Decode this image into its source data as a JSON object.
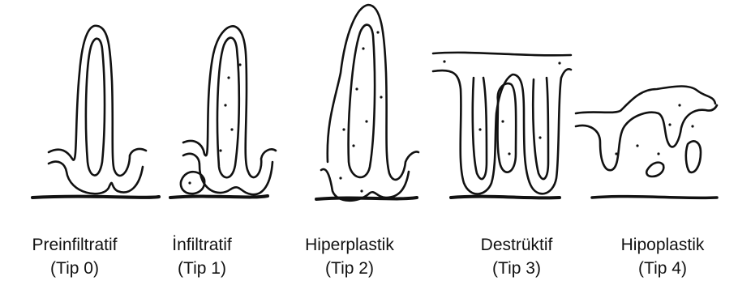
{
  "figure": {
    "panels": [
      {
        "name": "Preinfiltratif",
        "type": "(Tip 0)"
      },
      {
        "name": "İnfiltratif",
        "type": "(Tip 1)"
      },
      {
        "name": "Hiperplastik",
        "type": "(Tip 2)"
      },
      {
        "name": "Destrüktif",
        "type": "(Tip 3)"
      },
      {
        "name": "Hipoplastik",
        "type": "(Tip 4)"
      }
    ]
  }
}
